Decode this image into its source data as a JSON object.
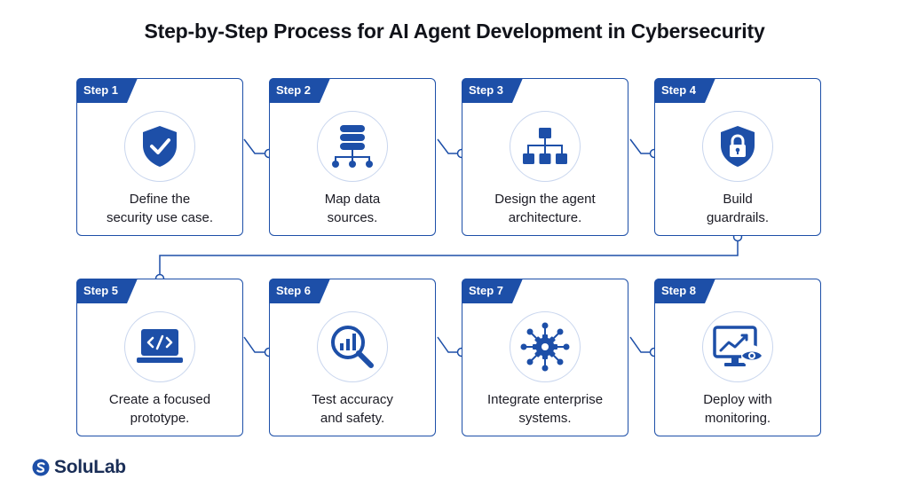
{
  "title": "Step-by-Step Process for AI Agent Development in Cybersecurity",
  "colors": {
    "accent": "#1d4fa8",
    "title": "#11131a",
    "connector": "#1d4fa8",
    "icon_ring": "#c9d6ee"
  },
  "steps": [
    {
      "badge": "Step 1",
      "line1": "Define the",
      "line2": "security use case.",
      "icon": "shield-check-icon"
    },
    {
      "badge": "Step 2",
      "line1": "Map data",
      "line2": "sources.",
      "icon": "database-icon"
    },
    {
      "badge": "Step 3",
      "line1": "Design the agent",
      "line2": "architecture.",
      "icon": "hierarchy-icon"
    },
    {
      "badge": "Step 4",
      "line1": "Build",
      "line2": "guardrails.",
      "icon": "shield-lock-icon"
    },
    {
      "badge": "Step 5",
      "line1": "Create a focused",
      "line2": "prototype.",
      "icon": "laptop-code-icon"
    },
    {
      "badge": "Step 6",
      "line1": "Test accuracy",
      "line2": "and safety.",
      "icon": "magnifier-chart-icon"
    },
    {
      "badge": "Step 7",
      "line1": "Integrate enterprise",
      "line2": "systems.",
      "icon": "gear-network-icon"
    },
    {
      "badge": "Step 8",
      "line1": "Deploy with",
      "line2": "monitoring.",
      "icon": "monitor-eye-icon"
    }
  ],
  "logo": {
    "text": "SoluLab"
  }
}
